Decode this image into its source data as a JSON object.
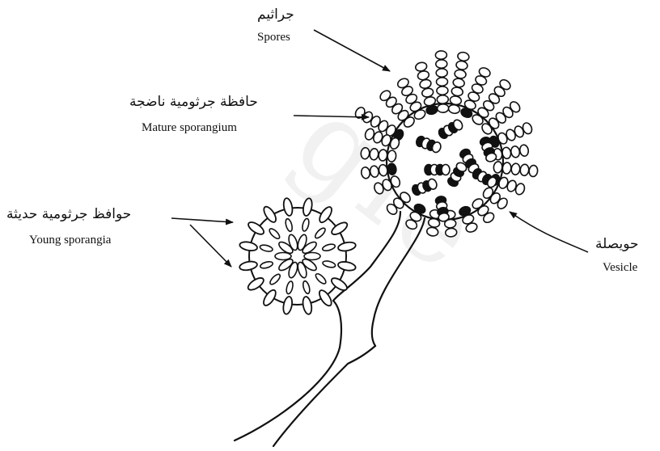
{
  "colors": {
    "ink": "#111111",
    "background": "#ffffff"
  },
  "labels": {
    "spores": {
      "arabic": "جراثيم",
      "english": "Spores"
    },
    "mature": {
      "arabic": "حافظة جرثومية ناضجة",
      "english": "Mature sporangium"
    },
    "young": {
      "arabic": "حوافظ جرثومية حديثة",
      "english": "Young sporangia"
    },
    "vesicle": {
      "arabic": "حويصلة",
      "english": "Vesicle"
    }
  }
}
